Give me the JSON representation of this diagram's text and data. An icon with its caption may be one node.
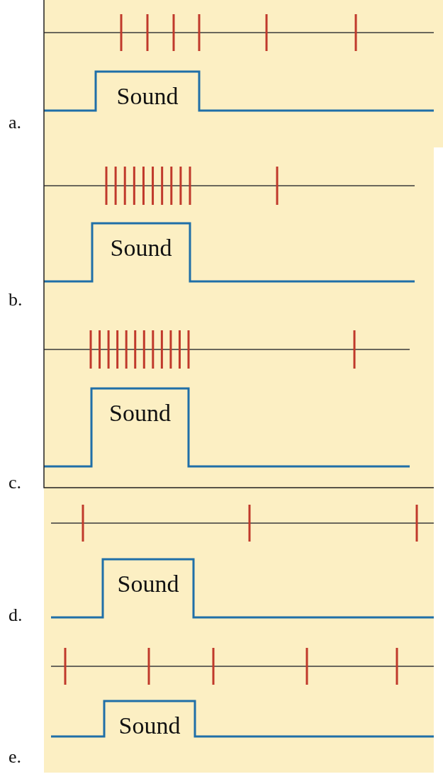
{
  "diagram": {
    "labels": [
      "Sound",
      "a.",
      "Sound",
      "b.",
      "Sound",
      "c.",
      "Sound",
      "d.",
      "Sound",
      "e."
    ]
  }
}
